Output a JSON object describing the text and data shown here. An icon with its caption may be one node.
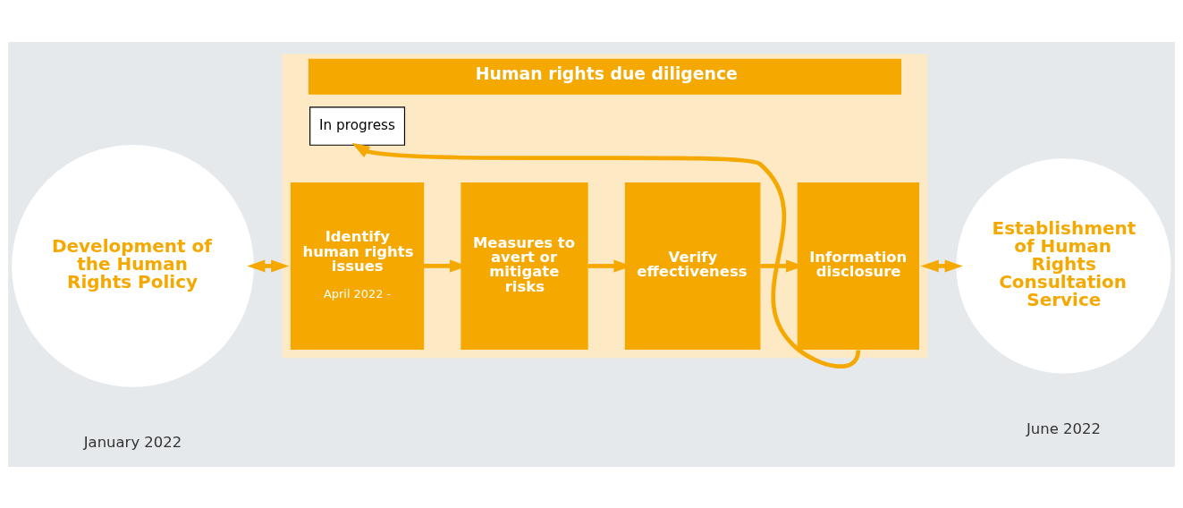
{
  "diagram": {
    "nodes": [
      {
        "text": [
          "Development of the Human Rights Policy"
        ],
        "beside": [
          "January 2022"
        ]
      },
      {
        "text": [
          "Human rights due diligence"
        ]
      },
      {
        "text": [
          "Identify human rights issues",
          "April 2022 -"
        ],
        "in": 1
      },
      {
        "text": [
          "Measures to avert or mitigate risks"
        ],
        "in": 1
      },
      {
        "text": [
          "Verify effectiveness"
        ],
        "in": 1
      },
      {
        "text": [
          "Information disclosure"
        ],
        "in": 1
      },
      {
        "text": [
          "In progress"
        ],
        "in": 1
      },
      {
        "text": [
          "Establishment of Human Rights Consultation Service"
        ],
        "beside": [
          "June 2022"
        ]
      }
    ],
    "edges": [
      {
        "from": 0,
        "to": 1,
        "arrow": "both"
      },
      {
        "from": 2,
        "to": 3,
        "arrow": "to"
      },
      {
        "from": 3,
        "to": 4,
        "arrow": "to"
      },
      {
        "from": 4,
        "to": 5,
        "arrow": "to"
      },
      {
        "from": 5,
        "to": 6,
        "arrow": "to"
      },
      {
        "from": 1,
        "to": 7,
        "arrow": "both"
      }
    ]
  }
}
